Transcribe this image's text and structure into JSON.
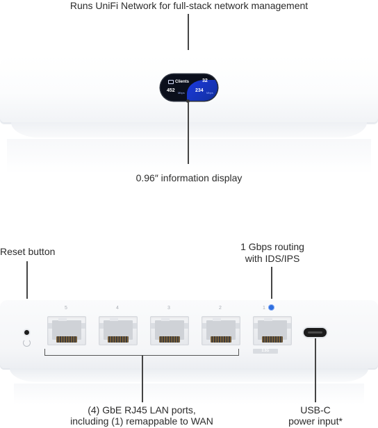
{
  "top_caption": "Runs UniFi Network for full-stack network management",
  "display": {
    "clients_label": "Clients",
    "clients_count": "32",
    "download_value": "452",
    "download_unit": "Mbps",
    "upload_value": "234",
    "upload_unit": "Mbps"
  },
  "display_caption": "0.96″ information display",
  "reset_caption": "Reset button",
  "routing_caption_line1": "1 Gbps routing",
  "routing_caption_line2": "with IDS/IPS",
  "ports": [
    {
      "number": "5"
    },
    {
      "number": "4"
    },
    {
      "number": "3"
    },
    {
      "number": "2"
    },
    {
      "number": "1"
    }
  ],
  "wan_port_tag": "2.5G",
  "lan_caption_line1": "(4) GbE RJ45 LAN ports,",
  "lan_caption_line2": "including (1) remappable to WAN",
  "usbc_caption_line1": "USB-C",
  "usbc_caption_line2": "power input*",
  "colors": {
    "screen_background": "#0b0f1c",
    "screen_accent": "#1e40ff",
    "globe_icon": "#2f6fe0"
  }
}
